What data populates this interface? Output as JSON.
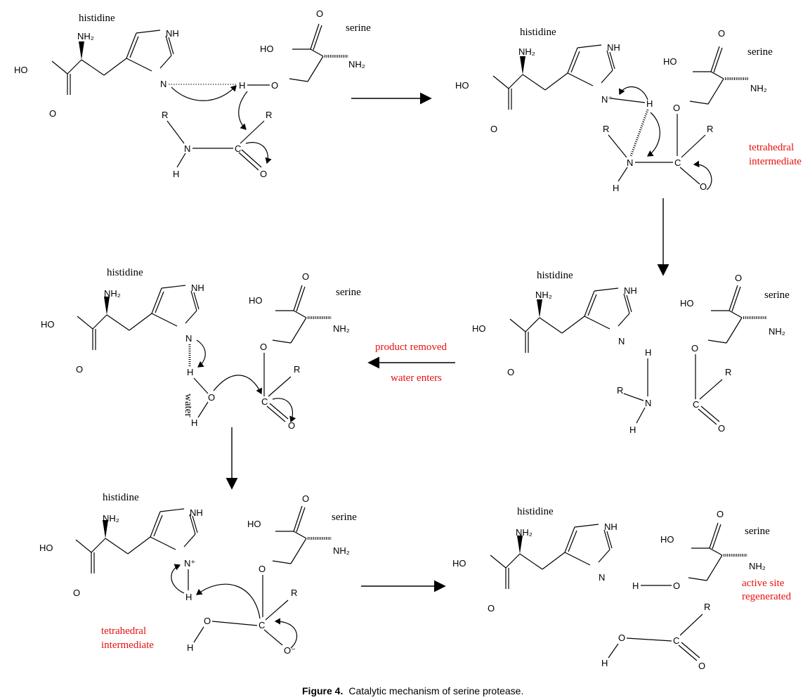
{
  "figure": {
    "caption_label": "Figure 4.",
    "caption_text": "Catalytic mechanism of serine protease."
  },
  "labels": {
    "histidine": "histidine",
    "serine": "serine",
    "tetrahedral": "tetrahedral",
    "intermediate": "intermediate",
    "product_removed": "product removed",
    "water_enters": "water enters",
    "water": "water",
    "active_site": "active site",
    "regenerated": "regenerated"
  },
  "atoms": {
    "NH2": "NH₂",
    "HO": "HO",
    "O": "O",
    "NH": "NH",
    "N": "N",
    "N_plus": "N⁺",
    "H": "H",
    "R": "R",
    "C": "C",
    "O_minus": "O⁻"
  },
  "colors": {
    "annotation": "#e8100e",
    "ink": "#000000"
  }
}
